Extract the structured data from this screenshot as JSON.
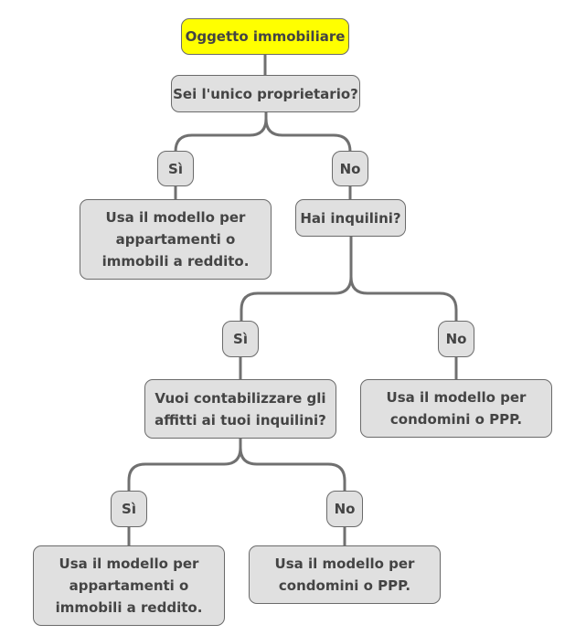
{
  "root": "Oggetto immobiliare",
  "q1": "Sei l'unico proprietario?",
  "q1_yes": "Sì",
  "q1_no": "No",
  "a1_lines": [
    "Usa il modello per",
    "appartamenti o",
    "immobili a reddito."
  ],
  "q2": "Hai inquilini?",
  "q2_yes": "Sì",
  "q2_no": "No",
  "a2_lines": [
    "Usa il modello per",
    "condomini o PPP."
  ],
  "q3_lines": [
    "Vuoi contabilizzare gli",
    "affitti ai tuoi inquilini?"
  ],
  "q3_yes": "Sì",
  "q3_no": "No",
  "a3_lines": [
    "Usa il modello per",
    "appartamenti o",
    "immobili a reddito."
  ],
  "a4_lines": [
    "Usa il modello per",
    "condomini o PPP."
  ],
  "colors": {
    "root": "#ffff00",
    "node": "#e0e0e0",
    "border": "#6a6a6a",
    "text": "#444444"
  }
}
